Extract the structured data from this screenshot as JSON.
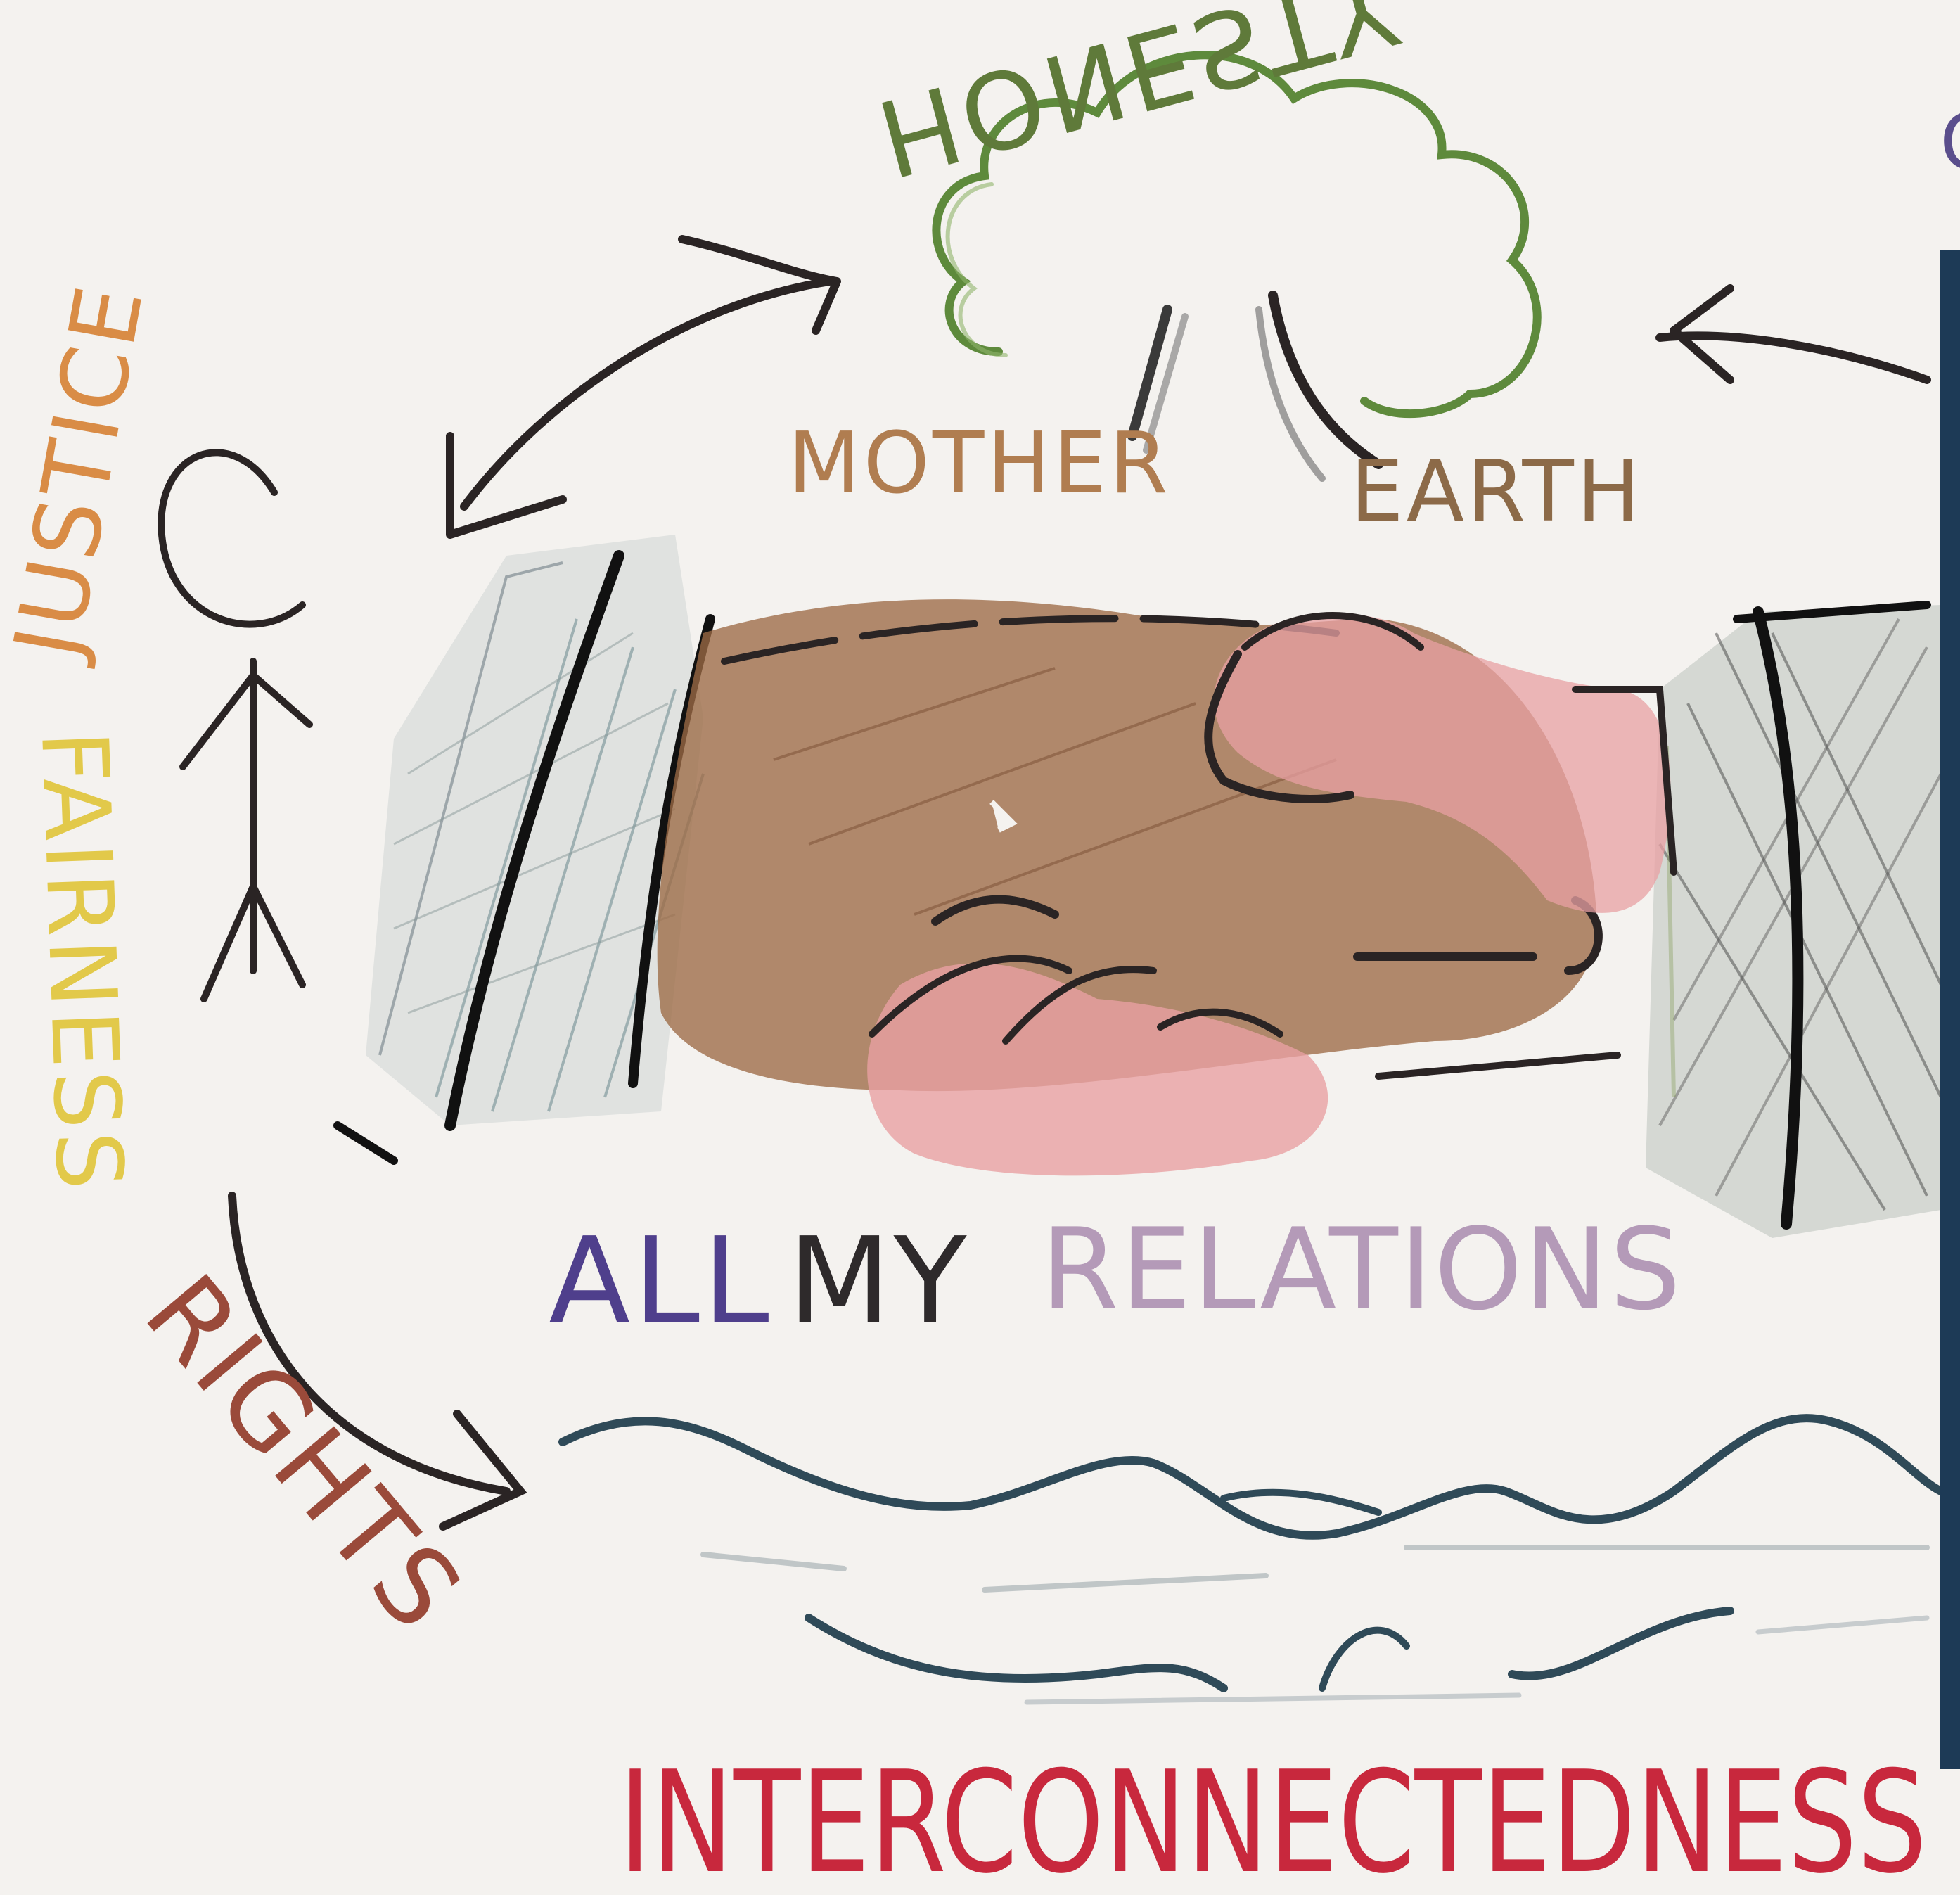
{
  "labels": {
    "honesty": "HONESTY",
    "justice": "JUSTICE",
    "fairness": "FAIRNESS",
    "rights": "RIGHTS",
    "mother": "MOTHER",
    "earth": "EARTH",
    "all": "ALL",
    "my": "MY",
    "relations": "RELATIONS",
    "interconnectedness": "INTERCONNECTEDNESS",
    "partial_right_word": "CITY"
  },
  "colors": {
    "background": "#f4f2ef",
    "honesty": "#5f7a3a",
    "justice": "#d98c46",
    "fairness": "#e2c94a",
    "rights": "#9a4a3a",
    "mother": "#b07d50",
    "earth": "#8c6a48",
    "all": "#4f3f8c",
    "my": "#2e2a2b",
    "relations": "#b49ab8",
    "interconnectedness": "#c8283d",
    "cloud": "#5e8a3c",
    "brown_hand": "#9c6a45",
    "pink_hand": "#e8a0a3",
    "navy_panel": "#1d3a56",
    "ink": "#2a2424",
    "water": "#2f4a58",
    "partial_right_word": "#5a4e8c"
  },
  "icons": {
    "handshake": "handshake-illustration",
    "tree": "tree-cloud-icon",
    "water": "water-waves-icon",
    "figure": "person-figure-icon"
  }
}
